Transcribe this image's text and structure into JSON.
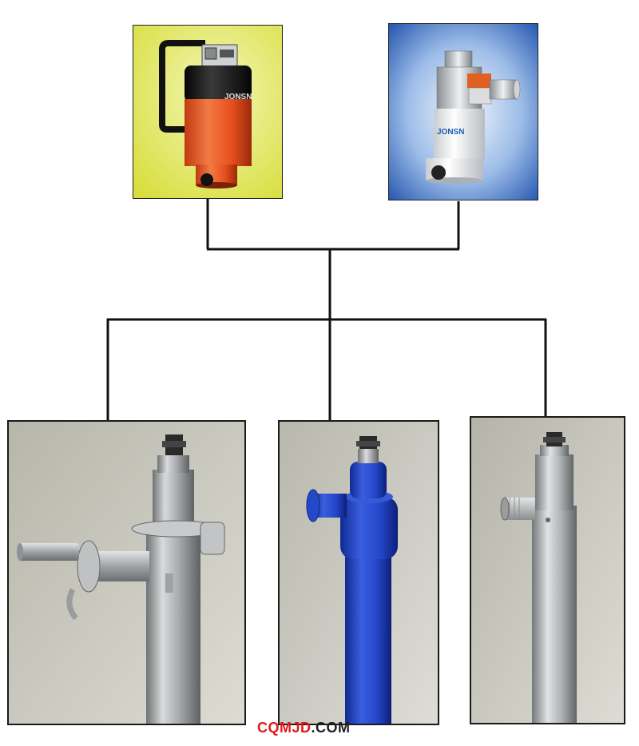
{
  "motors": [
    {
      "name": "electric-motor-orange",
      "brand": "JONSN",
      "colors": {
        "body": "#e8501e",
        "cap": "#151515",
        "bg": "#e2e84a"
      }
    },
    {
      "name": "pneumatic-motor-white",
      "brand": "JONSN",
      "colors": {
        "body": "#eef0f2",
        "accent": "#e06020",
        "bg": "#2f6cc0"
      }
    }
  ],
  "pump_tubes": [
    {
      "name": "stainless-tube-sanitary-clamp",
      "color": "#a8abab"
    },
    {
      "name": "blue-pp-tube",
      "color": "#2445c8"
    },
    {
      "name": "stainless-tube-threaded",
      "color": "#b4b6b6"
    }
  ],
  "watermark": {
    "part1": "CQMJD",
    "part2": ".COM"
  },
  "colors": {
    "line": "#111111",
    "watermark_red": "#e01a1a",
    "card_bg": "#c8c8c0"
  }
}
